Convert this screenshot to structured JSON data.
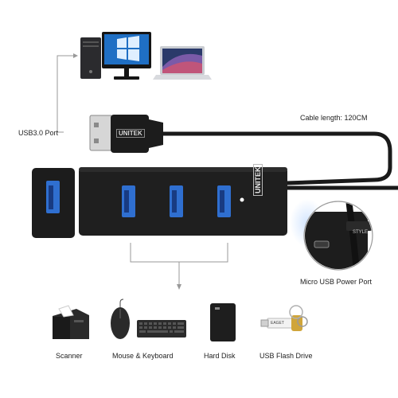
{
  "labels": {
    "usb_port": "USB3.0 Port",
    "cable_length": "Cable length: 120CM",
    "micro_usb": "Micro USB Power Port"
  },
  "brand": {
    "name": "UNITEK",
    "cable_tag": "STYLE"
  },
  "devices": [
    {
      "label": "Scanner",
      "icon": "scanner-icon"
    },
    {
      "label": "Mouse & Keyboard",
      "icon": "mouse-keyboard-icon"
    },
    {
      "label": "Hard Disk",
      "icon": "hard-disk-icon"
    },
    {
      "label": "USB Flash Drive",
      "icon": "usb-flash-drive-icon"
    }
  ],
  "colors": {
    "usb_blue": "#2f6fd0",
    "hub_body": "#1e1e1e",
    "led": "#ffffff"
  }
}
